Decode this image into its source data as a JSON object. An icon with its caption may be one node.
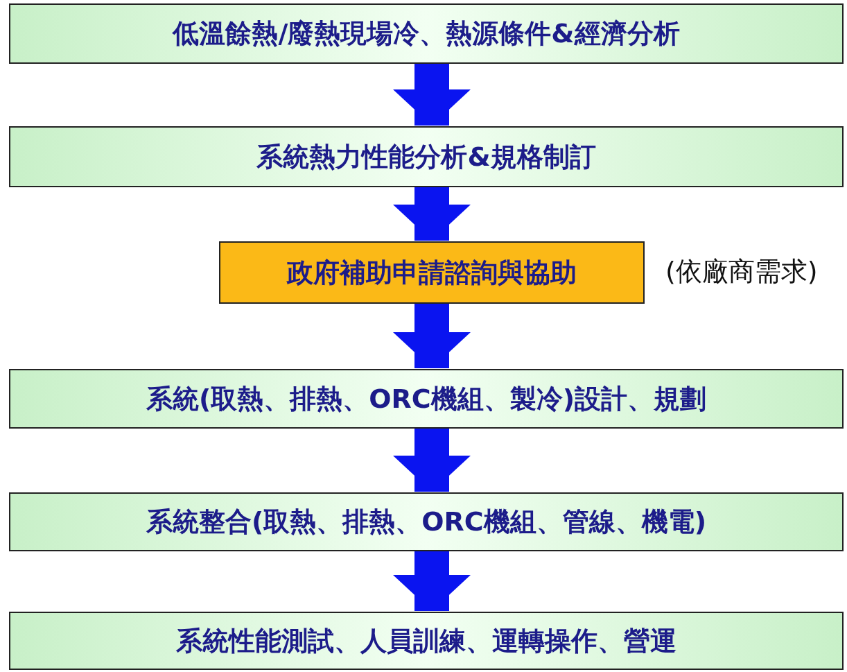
{
  "diagram": {
    "nodes": [
      {
        "text": [
          "低溫餘熱/廢熱現場冷、熱源條件&經濟分析"
        ]
      },
      {
        "text": [
          "系統熱力性能分析&規格制訂"
        ]
      },
      {
        "text": [
          "政府補助申請諮詢與協助"
        ],
        "beside": [
          "(依廠商需求)"
        ]
      },
      {
        "text": [
          "系統(取熱、排熱、ORC機組、製冷)設計、規劃"
        ]
      },
      {
        "text": [
          "系統整合(取熱、排熱、ORC機組、管線、機電)"
        ]
      },
      {
        "text": [
          "系統性能測試、人員訓練、運轉操作、營運"
        ]
      }
    ],
    "edges": [
      {
        "from": 0,
        "to": 1,
        "arrow": "to"
      },
      {
        "from": 1,
        "to": 2,
        "arrow": "to"
      },
      {
        "from": 2,
        "to": 3,
        "arrow": "to"
      },
      {
        "from": 3,
        "to": 4,
        "arrow": "to"
      },
      {
        "from": 4,
        "to": 5,
        "arrow": "to"
      }
    ]
  }
}
